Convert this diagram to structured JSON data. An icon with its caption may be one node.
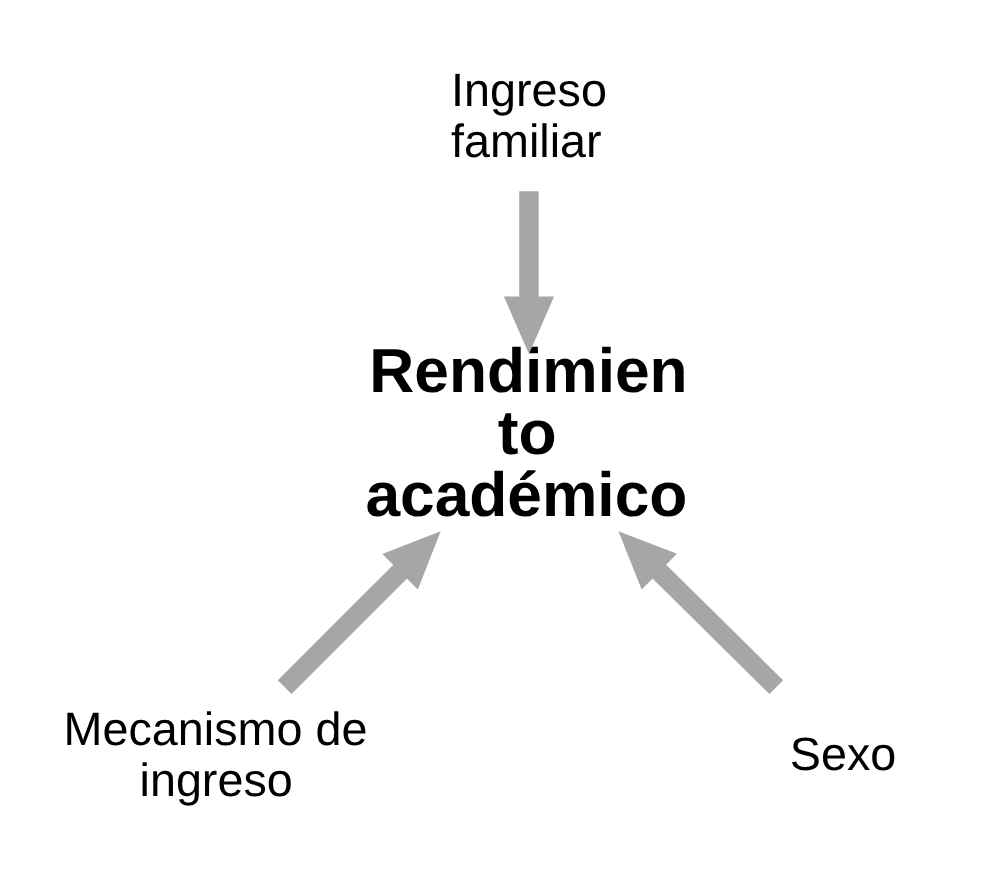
{
  "diagram": {
    "nodes": [
      {
        "text": [
          "Ingreso familiar"
        ]
      },
      {
        "text": [
          "Rendimien to académico"
        ]
      },
      {
        "text": [
          "Mecanismo de ingreso"
        ]
      },
      {
        "text": [
          "Sexo"
        ]
      }
    ],
    "edges": [
      {
        "from": 0,
        "to": 1,
        "arrow": "to"
      },
      {
        "from": 2,
        "to": 1,
        "arrow": "to"
      },
      {
        "from": 3,
        "to": 1,
        "arrow": "to"
      }
    ]
  }
}
